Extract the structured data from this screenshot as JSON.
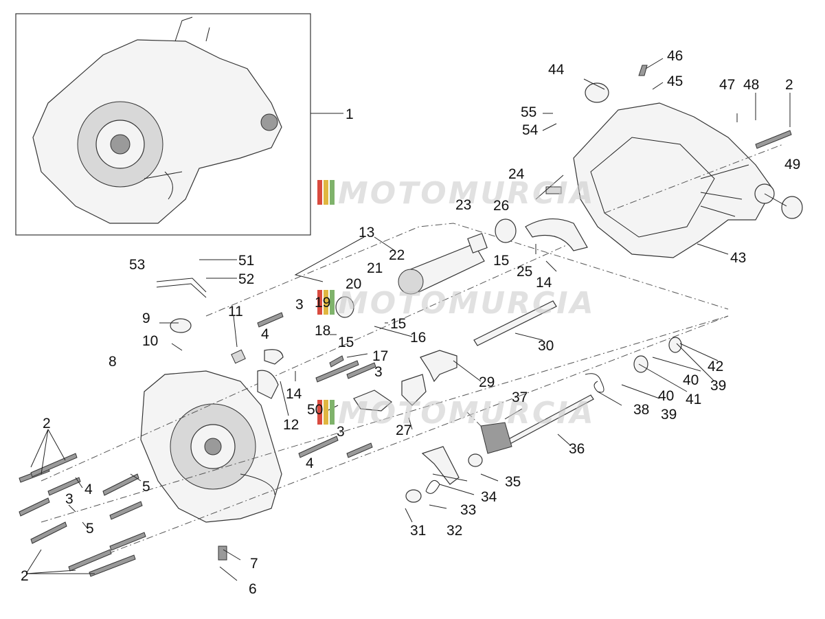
{
  "watermark": "MOTOMURCIA",
  "labels": {
    "l1": "1",
    "l2a": "2",
    "l2b": "2",
    "l2c": "2",
    "l3a": "3",
    "l3b": "3",
    "l3c": "3",
    "l3d": "3",
    "l4a": "4",
    "l4b": "4",
    "l4c": "4",
    "l5a": "5",
    "l5b": "5",
    "l6": "6",
    "l7": "7",
    "l8": "8",
    "l9": "9",
    "l10": "10",
    "l11": "11",
    "l12": "12",
    "l13": "13",
    "l14a": "14",
    "l14b": "14",
    "l15a": "15",
    "l15b": "15",
    "l15c": "15",
    "l16": "16",
    "l17": "17",
    "l18": "18",
    "l19": "19",
    "l20": "20",
    "l21": "21",
    "l22": "22",
    "l23": "23",
    "l24": "24",
    "l25": "25",
    "l26": "26",
    "l27": "27",
    "l29": "29",
    "l30": "30",
    "l31": "31",
    "l32": "32",
    "l33": "33",
    "l34": "34",
    "l35": "35",
    "l36": "36",
    "l37": "37",
    "l38": "38",
    "l39a": "39",
    "l39b": "39",
    "l40a": "40",
    "l40b": "40",
    "l41": "41",
    "l42": "42",
    "l43": "43",
    "l44": "44",
    "l45": "45",
    "l46": "46",
    "l47": "47",
    "l48": "48",
    "l49": "49",
    "l50": "50",
    "l51": "51",
    "l52": "52",
    "l53": "53",
    "l54": "54",
    "l55": "55"
  },
  "colors": {
    "ink": "#222222",
    "watermark_stripe_1": "#d94b3f",
    "watermark_stripe_2": "#e0b640",
    "watermark_stripe_3": "#7fb36b"
  }
}
